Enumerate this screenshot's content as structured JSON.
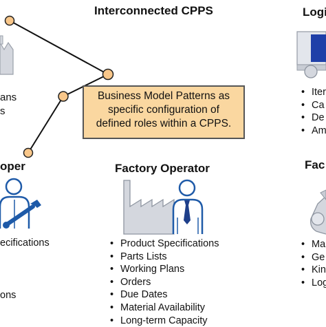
{
  "header": {
    "title": "Interconnected CPPS"
  },
  "callout": {
    "lines": [
      "Business Model Patterns as",
      "specific configuration of",
      "defined roles within a CPPS."
    ],
    "fill": "#FAD7A0"
  },
  "left_top": {
    "lines": [
      "ans",
      "s"
    ]
  },
  "left_role": {
    "title": "oper"
  },
  "left_list": {
    "items": [
      "ecifications",
      "",
      "",
      "ons"
    ]
  },
  "factory_operator": {
    "title": "Factory Operator",
    "items": [
      "Product Specifications",
      "Parts Lists",
      "Working Plans",
      "Orders",
      "Due Dates",
      "Material Availability",
      "Long-term Capacity"
    ]
  },
  "right_top": {
    "title": "Logi",
    "items": [
      "Iter",
      "Ca",
      "De",
      "Am"
    ]
  },
  "right_mid": {
    "title": "Fac",
    "items": [
      "Ma",
      "Ge",
      "Kin",
      "Log"
    ]
  },
  "colors": {
    "node_fill": "#F9C78A",
    "node_stroke": "#222222",
    "truck_blue": "#1F3FA8",
    "icon_grey": "#C8CCD4",
    "person_blue": "#1E5AA8"
  },
  "icons": [
    "factory-icon",
    "worker-wrench-icon",
    "factory-operator-icon",
    "truck-icon",
    "robot-arm-icon"
  ]
}
